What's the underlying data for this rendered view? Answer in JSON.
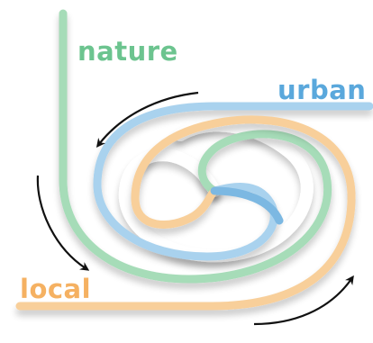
{
  "labels": {
    "nature": "nature",
    "urban": "urban",
    "local": "local"
  },
  "colors": {
    "nature": "#6cc48f",
    "urban": "#5aa8dc",
    "local": "#f5b162",
    "arrow": "#111111"
  }
}
